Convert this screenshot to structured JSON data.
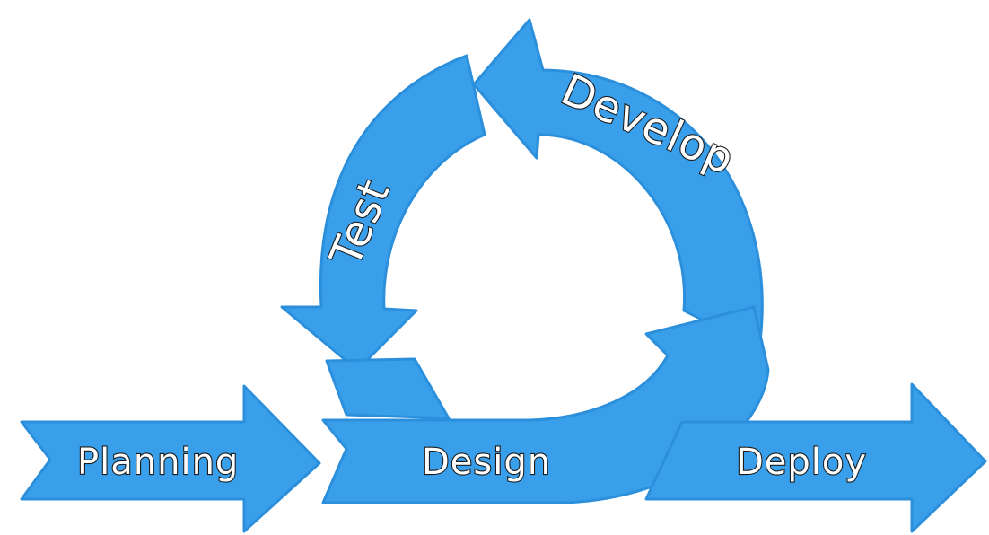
{
  "colors": {
    "arrow_fill": "#3a9fea",
    "arrow_edge": "#2b8fdc",
    "text_fill": "#ffffff",
    "text_outline": "#1a1a1a",
    "background": "#ffffff"
  },
  "stages": {
    "planning": "Planning",
    "design": "Design",
    "deploy": "Deploy",
    "develop": "Develop",
    "test": "Test"
  }
}
